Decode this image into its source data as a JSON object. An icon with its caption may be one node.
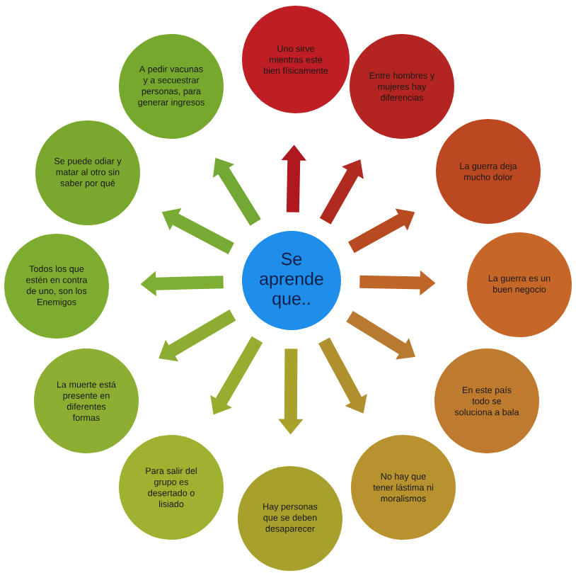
{
  "diagram": {
    "nodes": [
      {
        "text": [
          "Se aprende que.."
        ]
      },
      {
        "text": [
          "Uno sirve mientras esté bien físicamente"
        ]
      },
      {
        "text": [
          "Entre hombres y mujeres hay diferencias"
        ]
      },
      {
        "text": [
          "La guerra deja mucho dolor"
        ]
      },
      {
        "text": [
          "La guerra es un buen negocio"
        ]
      },
      {
        "text": [
          "En este país todo se soluciona a bala"
        ]
      },
      {
        "text": [
          "No hay que tener lástima ni moralismos"
        ]
      },
      {
        "text": [
          "Hay personas que se deben desaparecer"
        ]
      },
      {
        "text": [
          "Para salir del grupo es desertado o lisiado"
        ]
      },
      {
        "text": [
          "La muerte está presente en diferentes formas"
        ]
      },
      {
        "text": [
          "Todos los que estén en contra de uno, son los Enemigos"
        ]
      },
      {
        "text": [
          "Se puede odiar y matar al otro sin saber por qué"
        ]
      },
      {
        "text": [
          "A pedir vacunas y a secuestrar personas, para generar ingresos"
        ]
      }
    ],
    "edges": [
      {
        "from": 0,
        "to": 1,
        "arrow": "to",
        "color": "#b01820"
      },
      {
        "from": 0,
        "to": 2,
        "arrow": "to",
        "color": "#b02a20"
      },
      {
        "from": 0,
        "to": 3,
        "arrow": "to",
        "color": "#b84a22"
      },
      {
        "from": 0,
        "to": 4,
        "arrow": "to",
        "color": "#c06628"
      },
      {
        "from": 0,
        "to": 5,
        "arrow": "to",
        "color": "#b87a30"
      },
      {
        "from": 0,
        "to": 6,
        "arrow": "to",
        "color": "#b0902e"
      },
      {
        "from": 0,
        "to": 7,
        "arrow": "to",
        "color": "#a8a22c"
      },
      {
        "from": 0,
        "to": 8,
        "arrow": "to",
        "color": "#98ac30"
      },
      {
        "from": 0,
        "to": 9,
        "arrow": "to",
        "color": "#8cac32"
      },
      {
        "from": 0,
        "to": 10,
        "arrow": "to",
        "color": "#7fae34"
      },
      {
        "from": 0,
        "to": 11,
        "arrow": "to",
        "color": "#78aa34"
      },
      {
        "from": 0,
        "to": 12,
        "arrow": "to",
        "color": "#74a834"
      }
    ]
  }
}
